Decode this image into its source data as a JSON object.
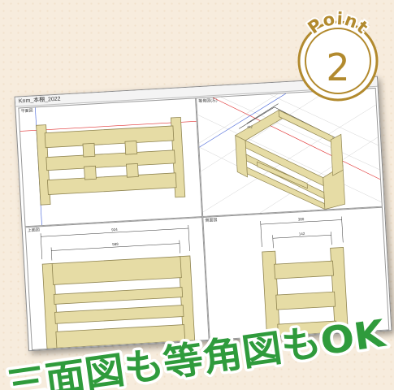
{
  "window": {
    "title": "Knm_本棚_2022"
  },
  "panes": {
    "front": {
      "label": "平面図"
    },
    "iso": {
      "label": "等角図(左)"
    },
    "top": {
      "label": "上面図"
    },
    "side": {
      "label": "側面図"
    }
  },
  "dimensions": {
    "top_outer": "924",
    "top_inner": "589",
    "side_outer": "380",
    "side_inner": "142",
    "iso_side": "442"
  },
  "badge": {
    "word": "Point",
    "number": "2"
  },
  "slogan": "三面図も等角図もOK",
  "colors": {
    "wood": "#e6dca5",
    "wood_edge": "#8f8450",
    "badge_gold": "#b28a2e",
    "slogan_green": "#2f9b3c",
    "red_axis": "#e03030",
    "blue_axis": "#3b5bd6"
  }
}
